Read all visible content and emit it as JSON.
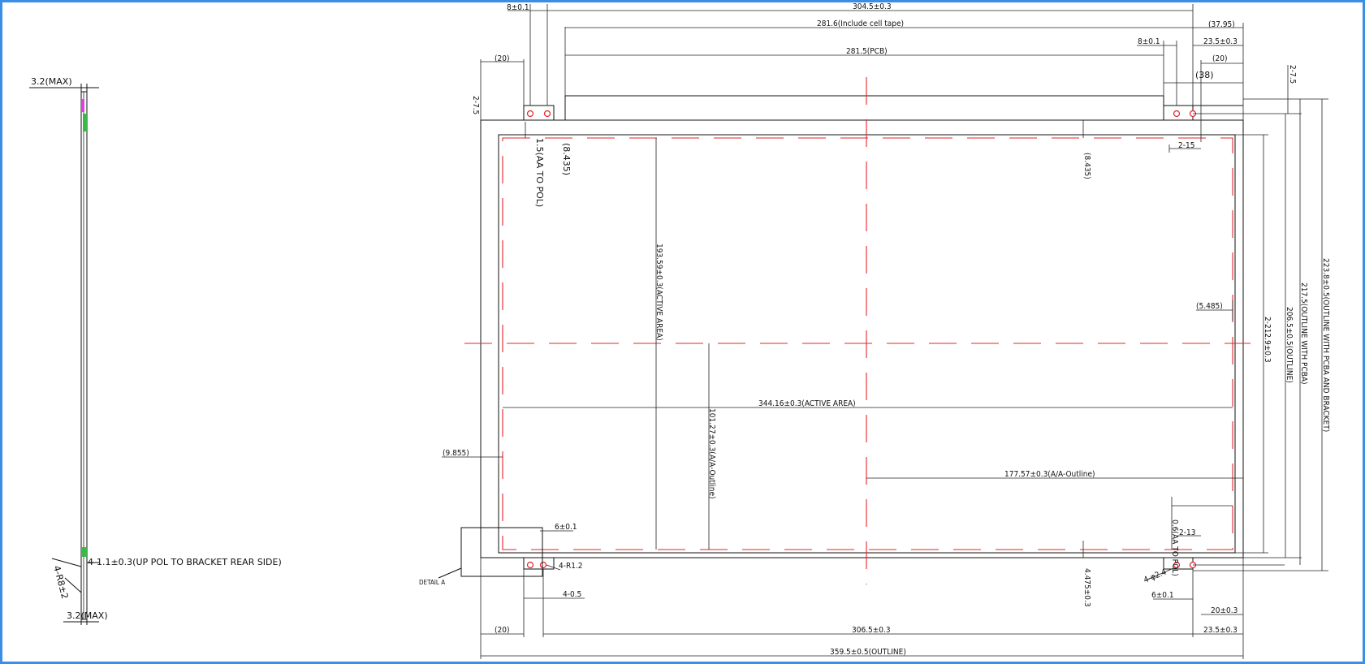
{
  "drawing": {
    "side_view": {
      "thickness_top": "3.2(MAX)",
      "thickness_bottom": "3.2(MAX)",
      "holes_note": "4-1.1±0.3(UP POL TO BRACKET REAR SIDE)",
      "radius_note": "4-R8±2"
    },
    "dims": {
      "d_8_top": "8±0.1",
      "d_304_5": "304.5±0.3",
      "d_281_6": "281.6(Include cell tape)",
      "d_37_95": "(37.95)",
      "d_8_right": "8±0.1",
      "d_23_5_top": "23.5±0.3",
      "d_281_5": "281.5(PCB)",
      "d_20_right_top": "(20)",
      "d_38": "(38)",
      "d_2_7_5": "2-7.5",
      "d_20_left_top": "(20)",
      "d_8_435_left": "(8.435)",
      "d_aa_to_pol": "1.5(AA TO POL)",
      "d_8_435_mid": "(8.435)",
      "d_2_15": "2-15",
      "d_193": "193.59±0.3(ACTIVE AREA)",
      "d_5_485": "(5.485)",
      "d_2_212": "2-212.9±0.3",
      "d_206": "206.5±0.5(OUTLINE)",
      "d_217": "217.5(OUTLINE WITH PCBA)",
      "d_223": "223.8±0.5(OUTLINE WITH PCBA AND BRACKET)",
      "d_344": "344.16±0.3(ACTIVE AREA)",
      "d_101": "101.27±0.3(A/A-Outline)",
      "d_9_855": "(9.855)",
      "d_177": "177.57±0.3(A/A-Outline)",
      "d_6_left": "6±0.1",
      "d_r1_2": "4-R1.2",
      "d_4_0_5": "4-0.5",
      "d_4_475": "4.475±0.3",
      "d_2_13": "2-13",
      "d_0_6": "0.6(AA TO POL)",
      "d_4_2_4": "4-φ2.4",
      "d_6_right": "6±0.1",
      "d_20_bottom_right": "20±0.3",
      "d_20_bottom_left": "(20)",
      "d_306": "306.5±0.3",
      "d_23_5_bottom": "23.5±0.3",
      "d_359": "359.5±0.5(OUTLINE)",
      "detail_label": "DETAIL A"
    },
    "colors": {
      "frame": "#3a8ee6",
      "centerline": "#e8232a",
      "ink": "#111111"
    }
  }
}
